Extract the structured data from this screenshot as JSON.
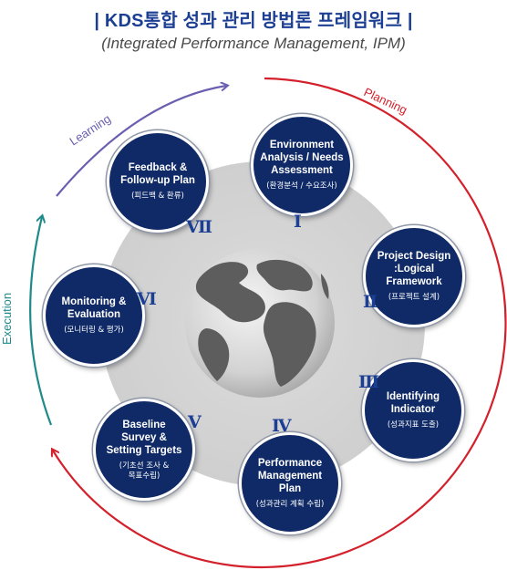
{
  "title": "| KDS통합 성과 관리 방법론 프레임워크 |",
  "subtitle": "(Integrated Performance Management, IPM)",
  "phases": {
    "learning": "Learning",
    "planning": "Planning",
    "execution": "Execution"
  },
  "colors": {
    "learning": "#6a5fb0",
    "planning": "#d4202b",
    "execution": "#1e8a8a",
    "step_fill": "#0f2a66",
    "title": "#1c3f94"
  },
  "steps": [
    {
      "roman": "Ⅰ",
      "en": "Environment\nAnalysis / Needs\nAssessment",
      "ko": "(환경분석 / 수요조사)"
    },
    {
      "roman": "Ⅱ",
      "en": "Project Design\n:Logical\nFramework",
      "ko": "(프로젝트 설계)"
    },
    {
      "roman": "Ⅲ",
      "en": "Identifying\nIndicator",
      "ko": "(성과지표 도출)"
    },
    {
      "roman": "Ⅳ",
      "en": "Performance\nManagement\nPlan",
      "ko": "(성과관리 계획 수립)"
    },
    {
      "roman": "Ⅴ",
      "en": "Baseline\nSurvey &\nSetting Targets",
      "ko": "(기초선 조사 &\n목표수립)"
    },
    {
      "roman": "Ⅵ",
      "en": "Monitoring &\nEvaluation",
      "ko": "(모니터링 & 평가)"
    },
    {
      "roman": "Ⅶ",
      "en": "Feedback &\nFollow-up Plan",
      "ko": "(피드백 & 환류)"
    }
  ]
}
